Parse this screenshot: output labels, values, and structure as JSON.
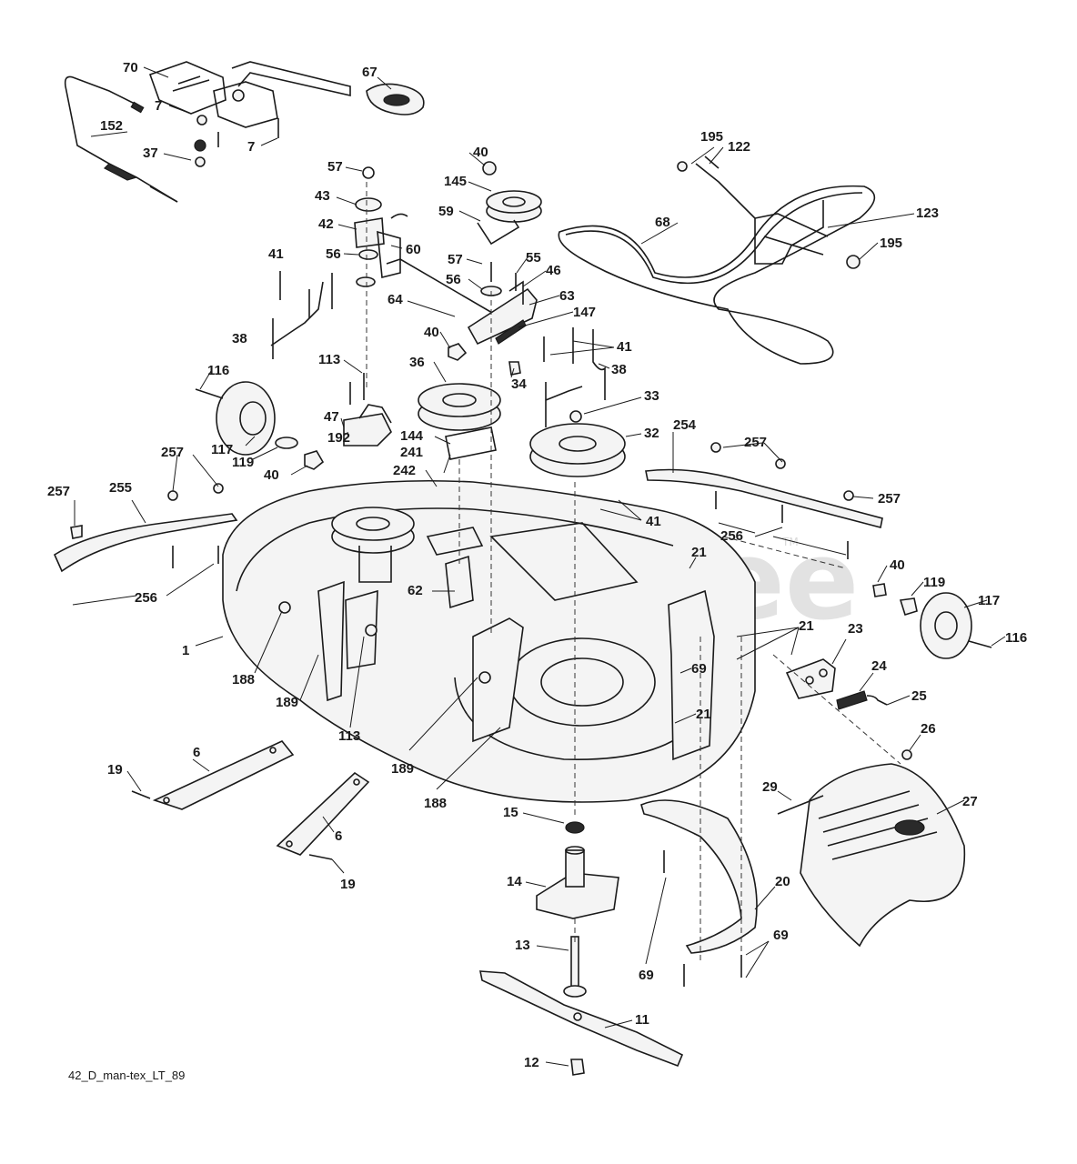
{
  "watermark": {
    "text": "PartsTree",
    "trademark": "TM"
  },
  "caption": "42_D_man-tex_LT_89",
  "callouts": [
    "70",
    "67",
    "7",
    "7",
    "152",
    "37",
    "57",
    "43",
    "42",
    "56",
    "60",
    "41",
    "38",
    "64",
    "40",
    "145",
    "59",
    "57",
    "56",
    "55",
    "46",
    "63",
    "147",
    "41",
    "38",
    "195",
    "122",
    "68",
    "123",
    "195",
    "113",
    "116",
    "36",
    "40",
    "144",
    "34",
    "33",
    "32",
    "254",
    "257",
    "47",
    "192",
    "117",
    "119",
    "40",
    "241",
    "242",
    "257",
    "255",
    "257",
    "256",
    "257",
    "256",
    "41",
    "62",
    "21",
    "40",
    "119",
    "117",
    "116",
    "1",
    "188",
    "189",
    "113",
    "21",
    "23",
    "69",
    "24",
    "25",
    "21",
    "189",
    "188",
    "6",
    "19",
    "6",
    "19",
    "26",
    "29",
    "27",
    "15",
    "14",
    "20",
    "13",
    "69",
    "69",
    "11",
    "12"
  ]
}
